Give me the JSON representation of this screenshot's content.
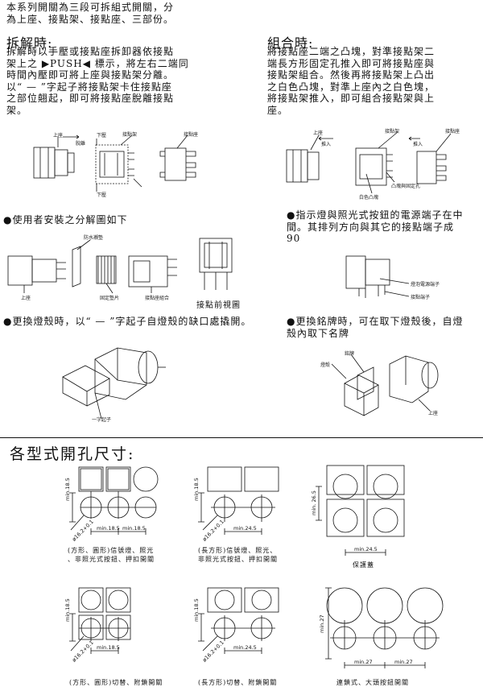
{
  "intro": [
    "本系列開關為三段可拆組式開關，分",
    "為上座、接點架、接點座、三部份。"
  ],
  "disassembly": {
    "title": "拆解時:",
    "lines": [
      "拆解時以手壓或接點座拆卸器依接點",
      "架上之 ▶PUSH◀ 標示，將左右二端同",
      "時間內壓即可將上座與接點架分離。",
      " 以“ — ”字起子將接點架卡住接點座",
      "之部位翹起，即可將接點座脫離接點",
      "架。"
    ]
  },
  "assembly": {
    "title": "組合時:",
    "lines": [
      "將接點座二端之凸塊，對準接點架二",
      "端長方形固定孔推入即可將接點座與",
      "接點架組合。然後再將接點架上凸出",
      "之白色凸塊，對準上座內之白色塊，",
      "將接點架推入，即可組合接點架與上",
      "座。"
    ]
  },
  "fig1": {
    "upper": "上座",
    "remove": "脫離",
    "bottom": "下壓",
    "frame": "接點架",
    "seat": "接點座"
  },
  "fig2": {
    "upper": "上座",
    "insert": "推入",
    "frame": "接點架",
    "insert2": "推入",
    "seat": "接點座",
    "bump": "白色凸塊",
    "hole": "凸塊與固定孔"
  },
  "note_install": "●使用者安裝之分解圖如下",
  "note_terminal": [
    "●指示燈與照光式按鈕的電源端子在中",
    "間。其排列方向與其它的接點端子成",
    "90"
  ],
  "fig3": {
    "dust": "防水襯墊",
    "upper": "上座",
    "ring": "固定墊片",
    "frame": "接點座組合"
  },
  "front_view": "接點前視圖",
  "fig4": {
    "power": "燈泡電源端子",
    "contact": "接點端子"
  },
  "note_lens": "●更換燈殼時，以“ — ”字起子自燈殼的缺口處撬開。",
  "note_plate": [
    "●更換銘牌時，可在取下燈殼後，自燈",
    "殼內取下名牌"
  ],
  "fig5": {
    "tool": "一字起子"
  },
  "fig6": {
    "shell": "燈殼",
    "plate": "銘牌",
    "upper": "上座"
  },
  "section_title": "各型式開孔尺寸:",
  "dims": {
    "a": {
      "h": "min.18.5",
      "w1": "min.18.5",
      "w2": "min.18.5",
      "dia": "ø16.2+0.1"
    },
    "b": {
      "h": "min.18.5",
      "w": "min.24.5",
      "dia": "ø16.2+0.1"
    },
    "c": {
      "h": "min. 26.5",
      "w": "min.24.5"
    },
    "d": {
      "h": "min.18.5",
      "w": "min.18.5",
      "dia": "ø16.2+0.1"
    },
    "e": {
      "h": "min.18.5",
      "w": "min.24.5",
      "dia": "ø16.2+0.1"
    },
    "f": {
      "h": "min.27",
      "w1": "min.27",
      "w2": "min.27"
    }
  },
  "captions": {
    "a": [
      "(方形、圓形)信號燈、照光",
      "、非照光式按鈕、押扣開關"
    ],
    "b": [
      "(長方形)信號燈、照光、",
      "非照光式按鈕、押扣開關"
    ],
    "c": "保護蓋",
    "d": "(方形、圓形)切替、附鎖開關",
    "e": "(長方形)切替、附鎖開關",
    "f": "連鎖式、大頭按鈕開關"
  }
}
